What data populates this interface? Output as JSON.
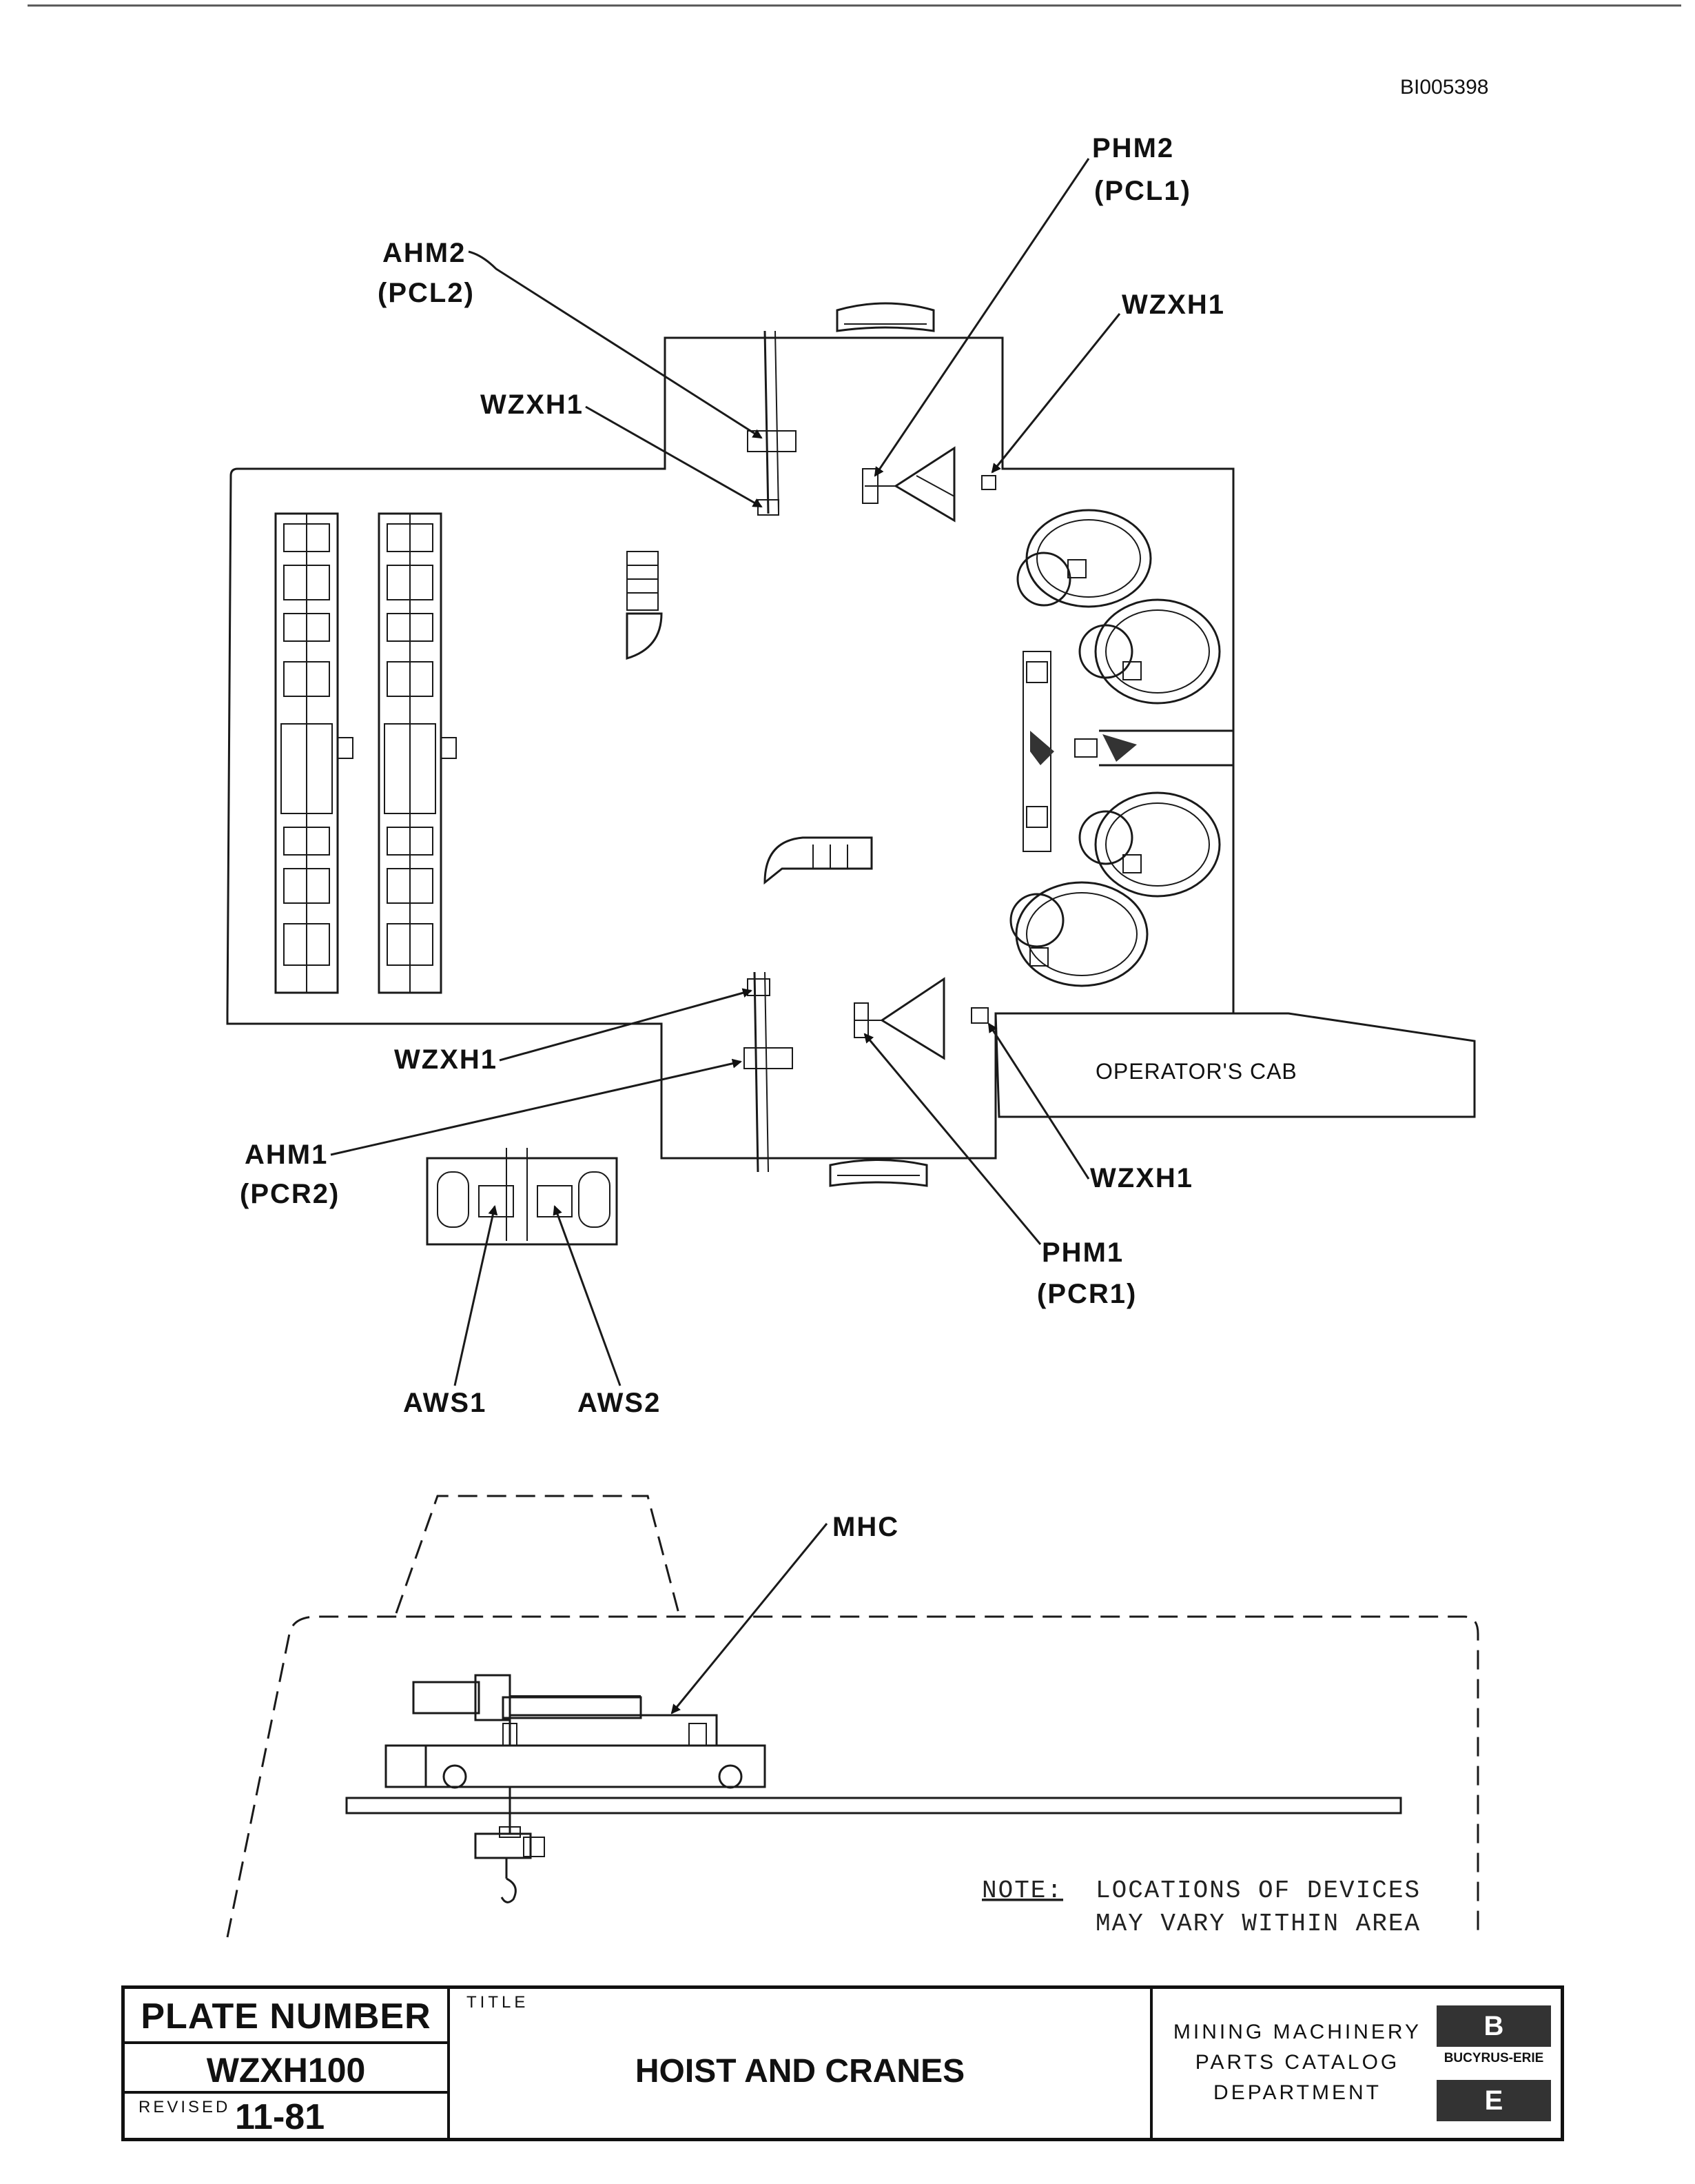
{
  "document_id": "BI005398",
  "labels": {
    "phm2": "PHM2",
    "pcl1": "(PCL1)",
    "ahm2": "AHM2",
    "pcl2": "(PCL2)",
    "wzxh1_top_right": "WZXH1",
    "wzxh1_top_left": "WZXH1",
    "wzxh1_bottom_left": "WZXH1",
    "ahm1": "AHM1",
    "pcr2": "(PCR2)",
    "wzxh1_bottom_right": "WZXH1",
    "phm1": "PHM1",
    "pcr1": "(PCR1)",
    "aws1": "AWS1",
    "aws2": "AWS2",
    "mhc": "MHC",
    "operators_cab": "OPERATOR'S CAB"
  },
  "note": {
    "label": "NOTE:",
    "line1": "LOCATIONS OF DEVICES",
    "line2": "MAY VARY WITHIN AREA"
  },
  "title_block": {
    "plate_number_label": "PLATE NUMBER",
    "plate_number": "WZXH100",
    "revised_label": "REVISED",
    "revised_value": "11-81",
    "title_label": "TITLE",
    "title": "HOIST AND CRANES",
    "department_line1": "MINING MACHINERY",
    "department_line2": "PARTS CATALOG",
    "department_line3": "DEPARTMENT",
    "logo_top": "B",
    "logo_text": "BUCYRUS-ERIE",
    "logo_bottom": "E"
  }
}
